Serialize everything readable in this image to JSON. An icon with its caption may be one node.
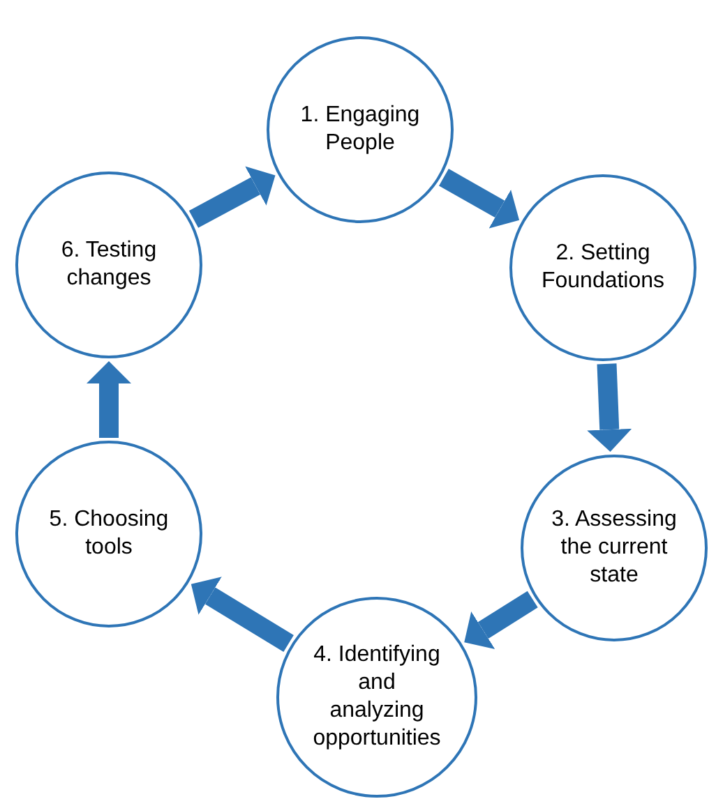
{
  "diagram": {
    "nodes": [
      {
        "text": [
          "1. Engaging People"
        ]
      },
      {
        "text": [
          "2. Setting Foundations"
        ]
      },
      {
        "text": [
          "3. Assessing the current state"
        ]
      },
      {
        "text": [
          "4. Identifying and analyzing opportunities"
        ]
      },
      {
        "text": [
          "5. Choosing tools"
        ]
      },
      {
        "text": [
          "6. Testing changes"
        ]
      }
    ],
    "edges": [
      {
        "from": 0,
        "to": 1,
        "arrow": "to"
      },
      {
        "from": 1,
        "to": 2,
        "arrow": "to"
      },
      {
        "from": 2,
        "to": 3,
        "arrow": "to"
      },
      {
        "from": 3,
        "to": 4,
        "arrow": "to"
      },
      {
        "from": 4,
        "to": 5,
        "arrow": "to"
      },
      {
        "from": 5,
        "to": 0,
        "arrow": "to"
      }
    ]
  }
}
